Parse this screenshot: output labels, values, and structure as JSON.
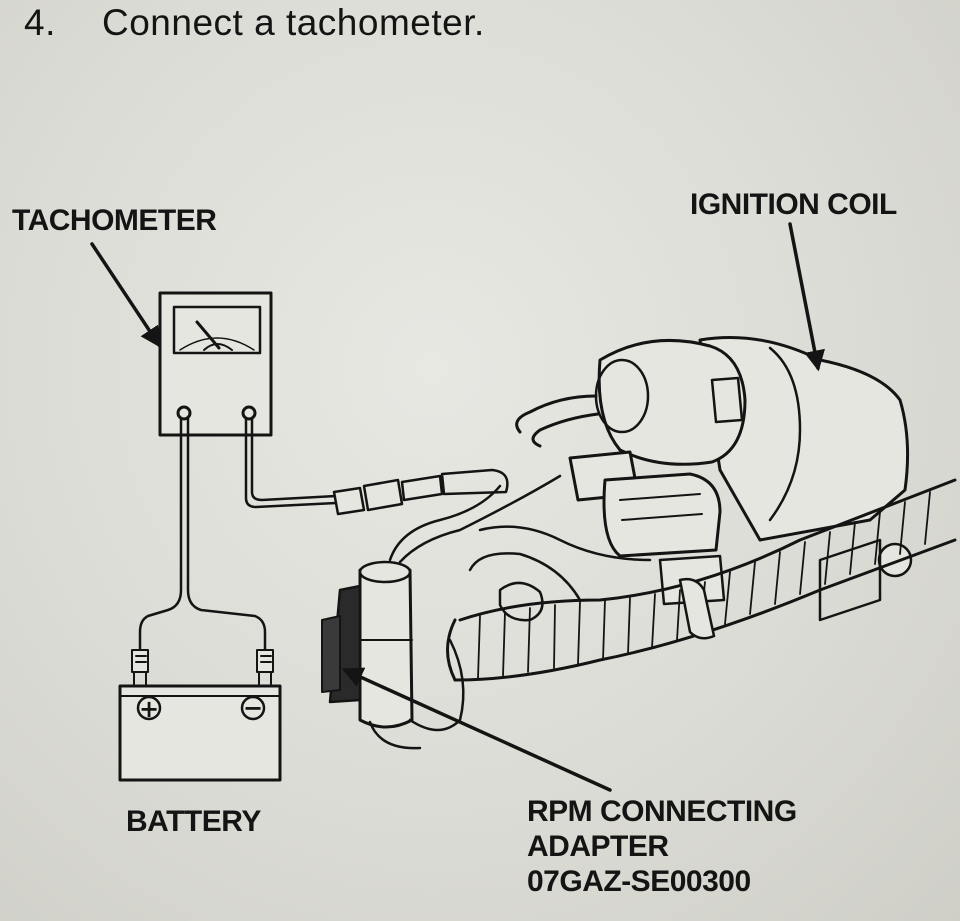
{
  "step": {
    "number": "4.",
    "text": "Connect a tachometer."
  },
  "labels": {
    "tachometer": "TACHOMETER",
    "ignition_coil": "IGNITION COIL",
    "battery": "BATTERY",
    "adapter": [
      "RPM CONNECTING",
      "ADAPTER",
      "07GAZ-SE00300"
    ]
  },
  "battery_terminals": {
    "positive": "+",
    "negative": "−"
  }
}
